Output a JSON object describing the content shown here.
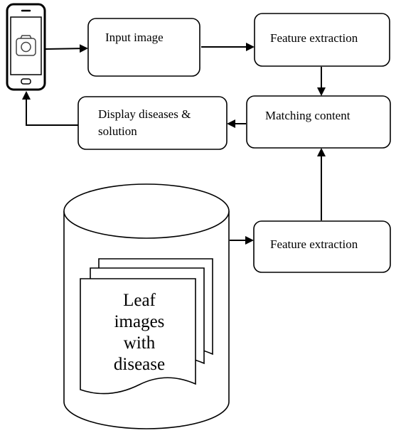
{
  "nodes": {
    "input_image": "Input image",
    "feature_extraction_top": "Feature extraction",
    "matching_content": "Matching content",
    "display_line1": "Display diseases &",
    "display_line2": "solution",
    "feature_extraction_bottom": "Feature extraction"
  },
  "database": {
    "doc_lines": [
      "Leaf",
      "images",
      "with",
      "disease"
    ]
  },
  "icons": [
    "smartphone-icon",
    "camera-icon",
    "database-cylinder-icon",
    "document-stack-icon"
  ]
}
